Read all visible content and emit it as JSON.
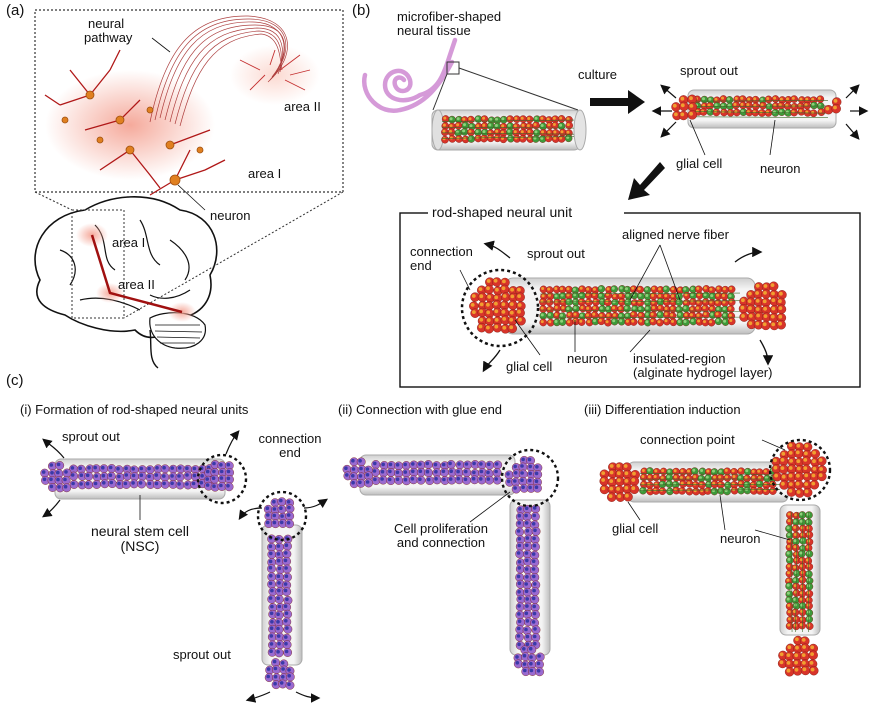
{
  "panel_labels": {
    "a": "(a)",
    "b": "(b)",
    "c": "(c)"
  },
  "panel_a": {
    "neural_pathway": [
      "neural",
      "pathway"
    ],
    "area_2": "area II",
    "area_1": "area I",
    "neuron": "neuron",
    "brain_area_1": "area I",
    "brain_area_2": "area II"
  },
  "panel_b": {
    "tissue_label": [
      "microfiber-shaped",
      "neural tissue"
    ],
    "culture": "culture",
    "sprout_out": "sprout out",
    "glial_cell": "glial cell",
    "neuron": "neuron",
    "unit_title": "rod-shaped neural unit",
    "connection_end": [
      "connection",
      "end"
    ],
    "unit_sprout_out": "sprout out",
    "aligned_fiber": "aligned nerve fiber",
    "unit_glial_cell": "glial cell",
    "unit_neuron": "neuron",
    "insulated_region": [
      "insulated-region",
      "(alginate hydrogel layer)"
    ]
  },
  "panel_c": {
    "step_1": "(i) Formation of rod-shaped neural units",
    "step_2": "(ii) Connection with glue end",
    "step_3": "(iii) Differentiation induction",
    "sprout_out_top": "sprout out",
    "connection_end": [
      "connection",
      "end"
    ],
    "nsc": [
      "neural stem cell",
      "(NSC)"
    ],
    "sprout_out_bottom": "sprout out",
    "cell_proliferation": [
      "Cell proliferation",
      "and connection"
    ],
    "connection_point": "connection point",
    "glial_cell": "glial cell",
    "neuron": "neuron"
  },
  "colors": {
    "glial": "#d8342a",
    "glial_core": "#f0a030",
    "neuron": "#3d9a3a",
    "nsc": "#9a6ad0",
    "nsc_core": "#3a3aa8",
    "tube": "#d9d9d9",
    "neural_red": "#b01818"
  }
}
